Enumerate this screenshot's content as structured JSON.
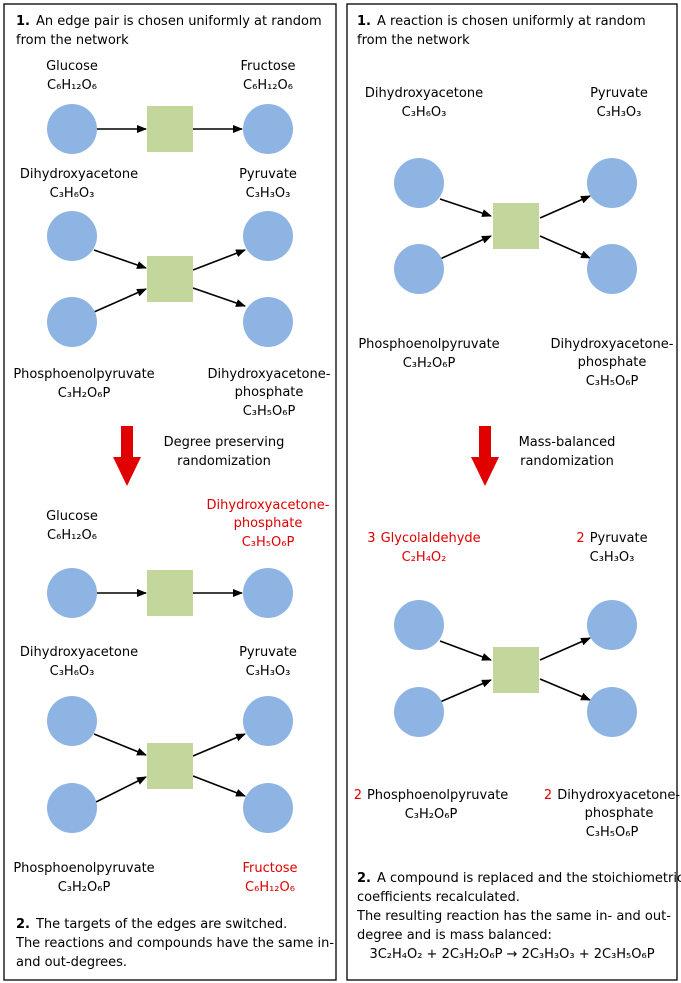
{
  "left_panel": {
    "step1": {
      "num": "1.",
      "line1": "An edge pair is chosen uniformly at random",
      "line2": "from the network"
    },
    "arrow_caption": {
      "line1": "Degree preserving",
      "line2": "randomization"
    },
    "step2": {
      "num": "2.",
      "line1": "The targets of the edges are switched.",
      "line2": "The reactions and compounds have the same in-",
      "line3": "and out-degrees."
    }
  },
  "right_panel": {
    "step1": {
      "num": "1.",
      "line1": "A reaction is chosen uniformly at random",
      "line2": "from the network"
    },
    "arrow_caption": {
      "line1": "Mass-balanced",
      "line2": "randomization"
    },
    "step2": {
      "num": "2.",
      "line1": "A compound is replaced and the stoichiometric",
      "line2": "coefficients recalculated.",
      "line3": "The resulting reaction has the same in- and out-",
      "line4": "degree and is mass balanced:",
      "equation": "3C₂H₄O₂ + 2C₃H₂O₆P → 2C₃H₃O₃ + 2C₃H₅O₆P"
    }
  },
  "compounds": {
    "glucose": "Glucose",
    "fructose": "Fructose",
    "dihydroxyacetone": "Dihydroxyacetone",
    "pyruvate": "Pyruvate",
    "pep": "Phosphoenolpyruvate",
    "dhap1": "Dihydroxyacetone-",
    "dhap2": "phosphate",
    "glycolaldehyde": "Glycolaldehyde"
  },
  "formulas": {
    "c6h12o6": "C₆H₁₂O₆",
    "c3h6o3": "C₃H₆O₃",
    "c3h3o3": "C₃H₃O₃",
    "c3h2o6p": "C₃H₂O₆P",
    "c3h5o6p": "C₃H₅O₆P",
    "c2h4o2": "C₂H₄O₂"
  },
  "coefficients": {
    "glycolaldehyde": "3",
    "pyruvate": "2",
    "pep": "2",
    "dhap": "2"
  },
  "colors": {
    "compound_node": "#8eb4e3",
    "reaction_node": "#c3d69b",
    "highlight": "#e00000"
  }
}
